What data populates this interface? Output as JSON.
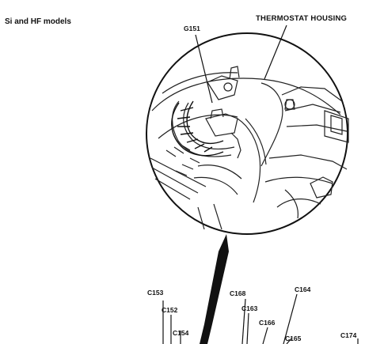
{
  "header": {
    "model_text": "Si and HF models"
  },
  "callouts": {
    "thermostat_housing": "THERMOSTAT HOUSING",
    "ground": "G151"
  },
  "connectors": [
    {
      "id": "c153",
      "label": "C153"
    },
    {
      "id": "c152",
      "label": "C152"
    },
    {
      "id": "c154",
      "label": "C154"
    },
    {
      "id": "c168",
      "label": "C168"
    },
    {
      "id": "c163",
      "label": "C163"
    },
    {
      "id": "c166",
      "label": "C166"
    },
    {
      "id": "c164",
      "label": "C164"
    },
    {
      "id": "c165",
      "label": "C165"
    },
    {
      "id": "c174",
      "label": "C174"
    }
  ],
  "colors": {
    "ink": "#111111",
    "paper": "#ffffff"
  }
}
